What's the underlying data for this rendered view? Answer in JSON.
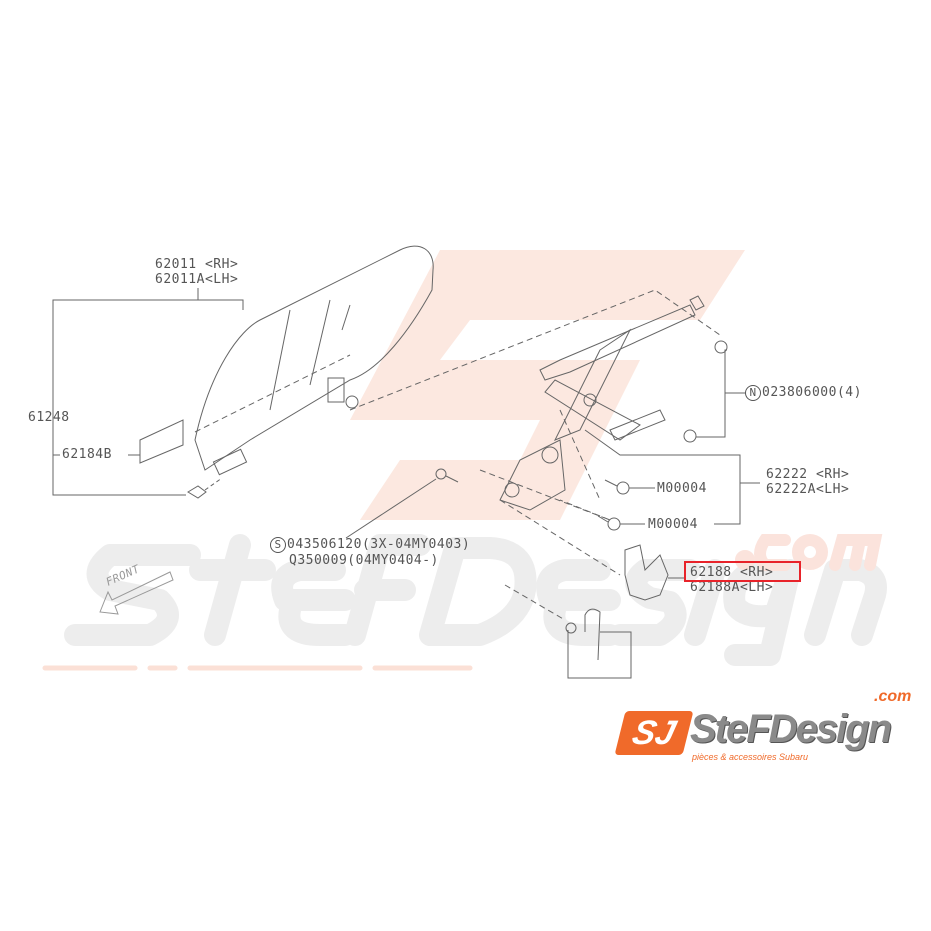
{
  "watermark": {
    "brand": "SteFDesign",
    "domain": ".com",
    "tagline": "pièces & accessoires Subaru"
  },
  "diagram": {
    "front_label": "FRONT",
    "parts": [
      {
        "line1": "62011  <RH>",
        "line2": "62011A<LH>"
      },
      {
        "line1": "61248"
      },
      {
        "line1": "62184B"
      },
      {
        "prefix": "N",
        "line1": "023806000(4)"
      },
      {
        "line1": "M00004"
      },
      {
        "line1": "M00004"
      },
      {
        "line1": "62222  <RH>",
        "line2": "62222A<LH>"
      },
      {
        "prefix": "S",
        "line1": "043506120(3X-04MY0403)",
        "line2": "Q350009(04MY0404-)"
      },
      {
        "line1": "62188  <RH>",
        "line2": "62188A<LH>",
        "highlighted": true
      }
    ],
    "highlight_color": "#e8232a"
  },
  "logo": {
    "mark": "SJ",
    "name": "SteFDesign",
    "domain": ".com",
    "tagline": "pièces & accessoires Subaru",
    "accent": "#f06a2a"
  }
}
